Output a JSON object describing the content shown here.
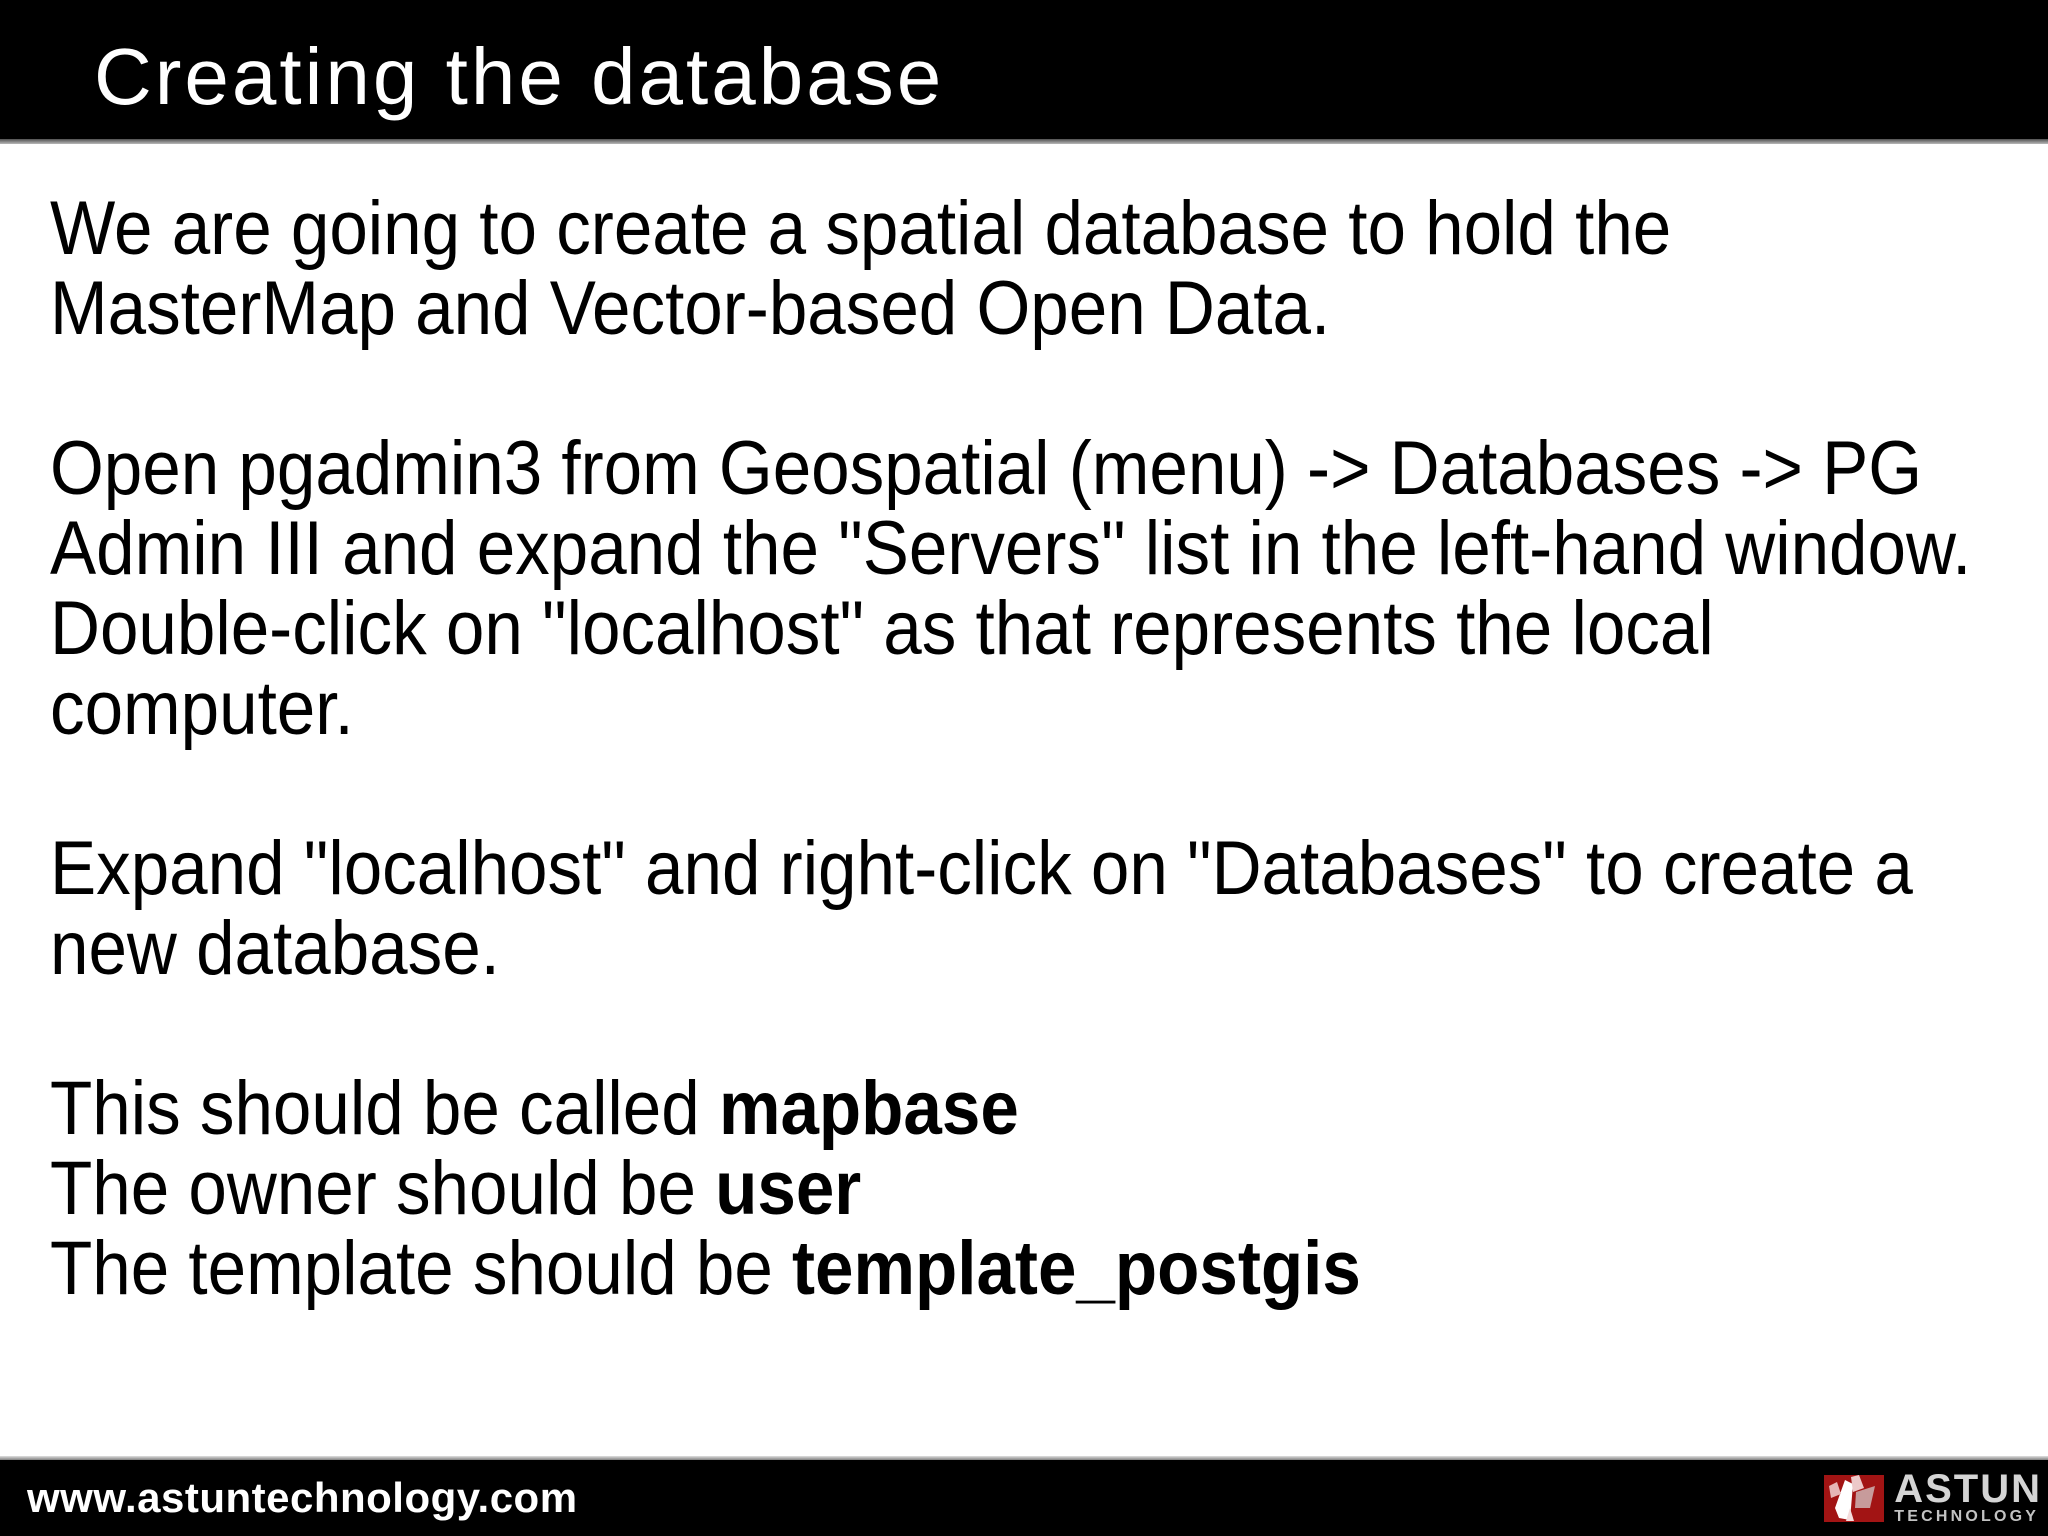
{
  "header": {
    "title": "Creating the database"
  },
  "body": {
    "paragraphs": [
      {
        "lines": [
          [
            {
              "text": "We are going to create a spatial database to hold the"
            }
          ],
          [
            {
              "text": "MasterMap and Vector-based Open Data."
            }
          ]
        ]
      },
      {
        "lines": [
          [
            {
              "text": "Open pgadmin3 from Geospatial (menu) -> Databases -> PG"
            }
          ],
          [
            {
              "text": "Admin III and expand the \"Servers\" list in the left-hand window."
            }
          ],
          [
            {
              "text": "Double-click on \"localhost\" as that represents the local"
            }
          ],
          [
            {
              "text": "computer."
            }
          ]
        ]
      },
      {
        "lines": [
          [
            {
              "text": "Expand \"localhost\" and right-click on \"Databases\" to create a"
            }
          ],
          [
            {
              "text": "new database."
            }
          ]
        ]
      },
      {
        "lines": [
          [
            {
              "text": "This should be called "
            },
            {
              "text": "mapbase",
              "bold": true
            }
          ],
          [
            {
              "text": "The owner should be "
            },
            {
              "text": "user",
              "bold": true
            }
          ],
          [
            {
              "text": "The template should be "
            },
            {
              "text": "template_postgis",
              "bold": true
            }
          ]
        ]
      }
    ]
  },
  "footer": {
    "url": "www.astuntechnology.com",
    "logo": {
      "name": "ASTUN",
      "subtitle": "TECHNOLOGY"
    }
  },
  "colors": {
    "header_bg": "#000000",
    "footer_bg": "#000000",
    "title_text": "#ffffff",
    "body_text": "#000000",
    "logo_red": "#a21414",
    "logo_text": "#d4d4d4"
  }
}
